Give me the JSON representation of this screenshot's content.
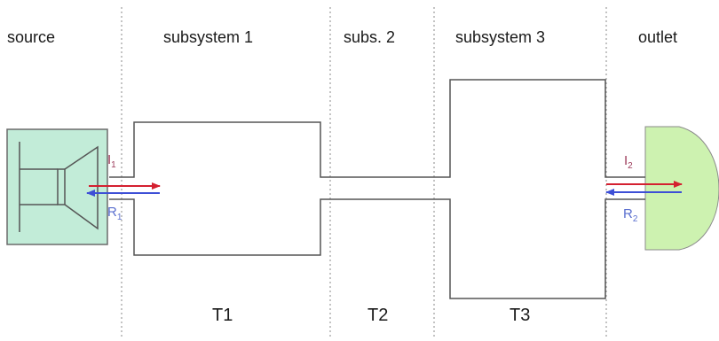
{
  "headers": {
    "source": "source",
    "subsystem1": "subsystem 1",
    "subsystem2": "subs. 2",
    "subsystem3": "subsystem 3",
    "outlet": "outlet"
  },
  "segments": {
    "t1": "T1",
    "t2": "T2",
    "t3": "T3"
  },
  "waves": {
    "incident_source": {
      "letter": "I",
      "subscript": "1"
    },
    "reflected_source": {
      "letter": "R",
      "subscript": "1"
    },
    "incident_outlet": {
      "letter": "I",
      "subscript": "2"
    },
    "reflected_outlet": {
      "letter": "R",
      "subscript": "2"
    }
  },
  "colors": {
    "line": "#555555",
    "divider": "#8a8a8a",
    "source_fill": "#c2ecd8",
    "outlet_fill": "#cdf2b0",
    "incident": "#d42030",
    "reflected": "#3d4fd6",
    "incident_label": "#9c3b5a",
    "reflected_label": "#5a6fcf"
  }
}
